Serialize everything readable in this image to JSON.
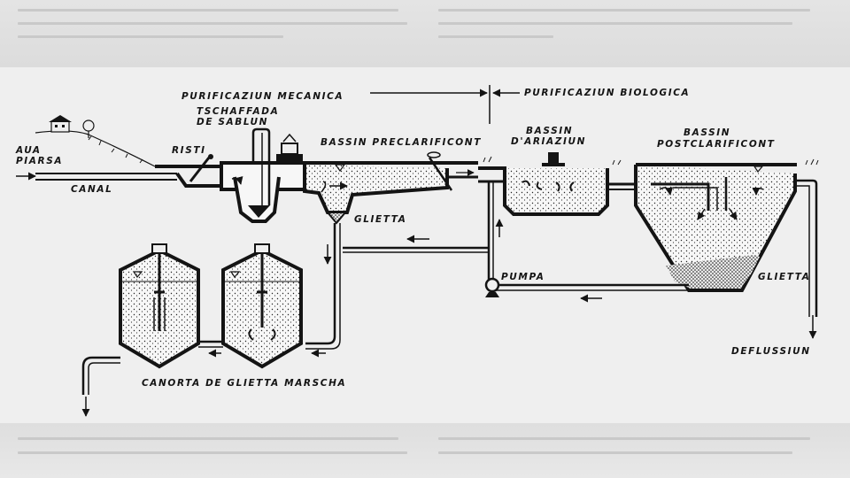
{
  "labels": {
    "mechanical": "PURIFICAZIUN MECANICA",
    "biological": "PURIFICAZIUN BIOLOGICA",
    "sand_trap_line1": "TSCHAFFADA",
    "sand_trap_line2": "DE SABLUN",
    "primary_clarifier": "BASSIN PRECLARIFICONT",
    "aeration_line1": "BASSIN",
    "aeration_line2": "D'ARIAZIUN",
    "secondary_line1": "BASSIN",
    "secondary_line2": "POSTCLARIFICONT",
    "raw_water_line1": "AUA",
    "raw_water_line2": "PIARSA",
    "canal": "CANAL",
    "screen": "RISTI",
    "sludge_primary": "GLIETTA",
    "pump": "PUMPA",
    "sludge_secondary": "GLIETTA",
    "outflow": "DEFLUSSIUN",
    "digester": "CANORTA DE GLIETTA MARSCHA"
  },
  "colors": {
    "ink": "#141414",
    "paper": "#efefef",
    "water": "#f7f7f7"
  }
}
